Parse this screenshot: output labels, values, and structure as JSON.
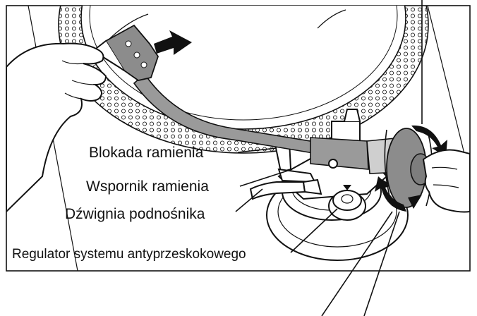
{
  "labels": {
    "arm_lock": "Blokada ramienia",
    "arm_rest": "Wspornik ramienia",
    "lift_lever": "Dźwignia podnośnika",
    "anti_skate": "Regulator systemu antyprzeskokowego"
  },
  "colors": {
    "line": "#111111",
    "tonearm": "#9a9a9a",
    "counterweight": "#8c8c8c",
    "background": "#ffffff"
  },
  "icons": {
    "direction_arrow": "arrow-right-icon",
    "rotation_arrows": "rotate-arrows-icon"
  }
}
